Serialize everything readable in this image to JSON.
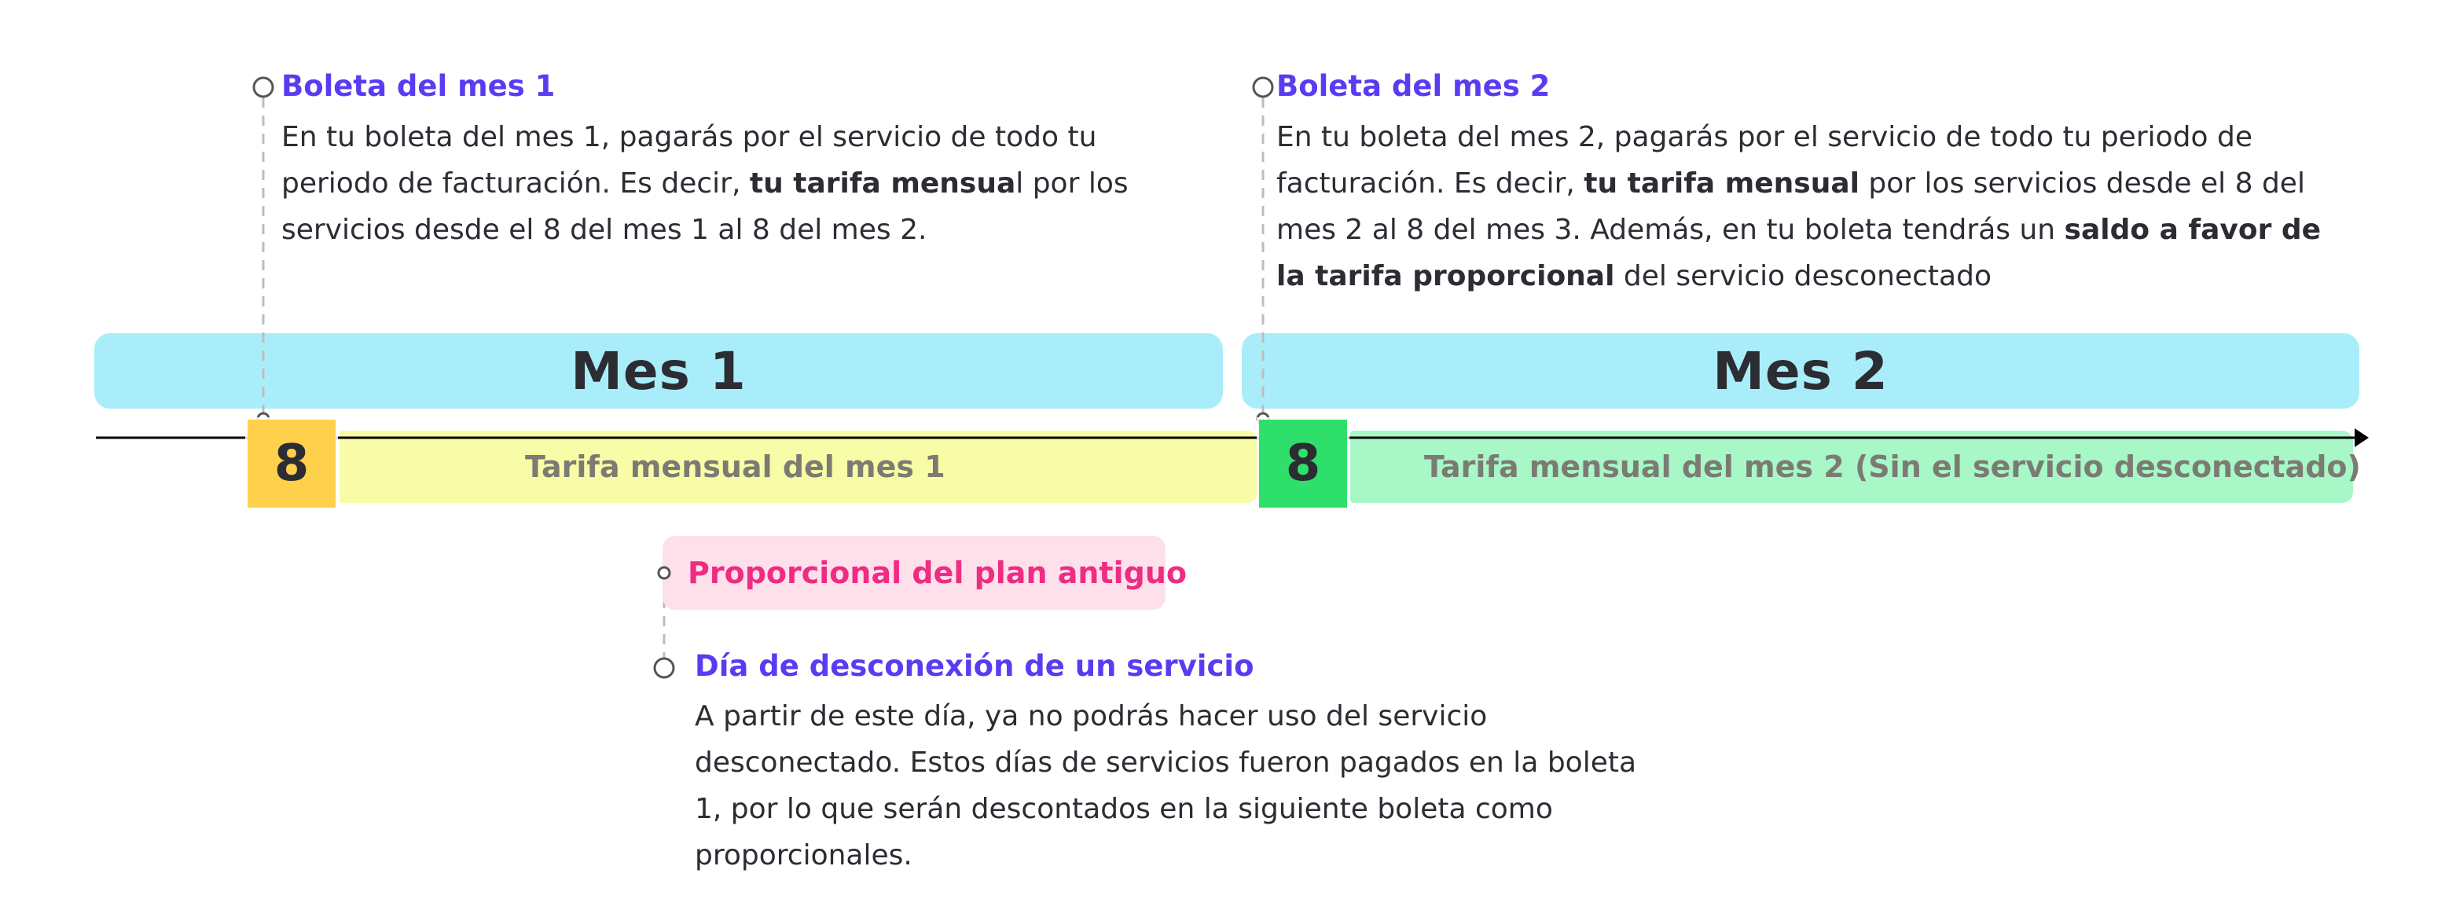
{
  "months": [
    {
      "label": "Mes 1"
    },
    {
      "label": "Mes 2"
    }
  ],
  "days": [
    {
      "label": "8",
      "color": "#ffd04b"
    },
    {
      "label": "8",
      "color": "#2ee06b"
    }
  ],
  "tariffs": [
    {
      "label": "Tarifa mensual del mes 1",
      "color": "#f8fca6"
    },
    {
      "label": "Tarifa mensual del mes 2 (Sin el servicio desconectado)",
      "color": "#a8f7c6"
    }
  ],
  "proportional": {
    "label": "Proporcional del plan antiguo",
    "bg": "#fde0ea",
    "color": "#ef2b83"
  },
  "notes": {
    "bill1": {
      "title": "Boleta del mes 1",
      "body_pre": "En tu boleta del mes 1, pagarás por el servicio de todo tu periodo de facturación. Es decir, ",
      "body_bold": "tu tarifa mensua",
      "body_post": "l por los servicios desde el 8 del mes 1 al 8 del mes 2."
    },
    "bill2": {
      "title": "Boleta del mes 2",
      "body_pre": "En tu boleta del mes 2, pagarás por el servicio de todo tu periodo de facturación. Es decir, ",
      "body_bold": "tu tarifa mensual",
      "body_mid": " por los servicios desde el 8 del mes 2 al 8 del mes 3. Además, en tu boleta tendrás un ",
      "body_bold2": "saldo a favor de la tarifa proporcional",
      "body_post": " del servicio desconectado"
    },
    "disconnect": {
      "title": "Día de desconexión de un servicio",
      "body": "A partir de este día, ya no podrás hacer uso del servicio desconectado. Estos días de servicios fueron pagados en la boleta 1, por lo que serán descontados en la siguiente boleta como proporcionales."
    }
  },
  "colors": {
    "accent_title": "#5b3bf2",
    "month_band": "#aaedfa",
    "text": "#2b2d33",
    "muted_label": "#7b7b74",
    "axis": "#000000"
  }
}
